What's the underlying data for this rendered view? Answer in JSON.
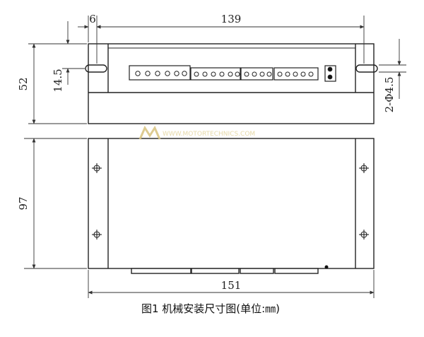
{
  "drawing": {
    "dims": {
      "top_slot_width": "6",
      "overall_top_width": "139",
      "top_view_height": "52",
      "slot_offset": "14.5",
      "mount_hole": "2-Φ4.5",
      "front_view_height": "97",
      "overall_bottom_width": "151"
    },
    "watermark": "WWW.MOTORTECHNICS.COM",
    "caption": "图1 机械安装尺寸图(单位:㎜)"
  }
}
